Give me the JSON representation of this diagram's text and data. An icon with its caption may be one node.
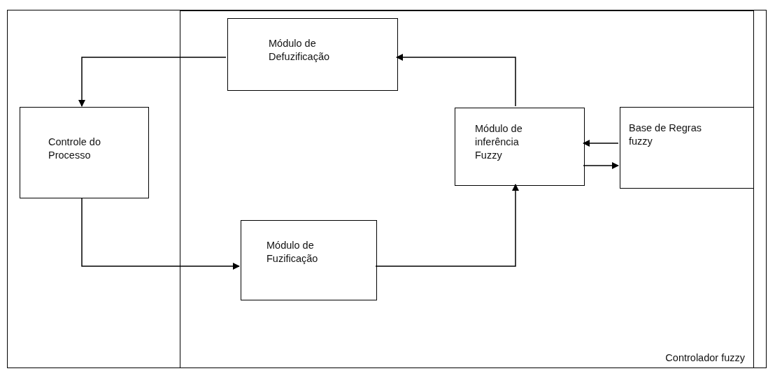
{
  "diagram": {
    "nodes": [
      {
        "text": [],
        "shape": "box"
      },
      {
        "text": [
          "Controlador fuzzy"
        ],
        "in": 0
      },
      {
        "text": [
          "Módulo de Defuzificação"
        ],
        "in": 1
      },
      {
        "text": [
          "Controle do Processo"
        ],
        "in": 0
      },
      {
        "text": [
          "Módulo de inferência Fuzzy"
        ],
        "in": 1
      },
      {
        "text": [
          "Base de Regras fuzzy"
        ],
        "in": 1
      },
      {
        "text": [
          "Módulo de Fuzificação"
        ],
        "in": 1
      }
    ],
    "edges": [
      {
        "from": 4,
        "to": 2,
        "arrow": "to"
      },
      {
        "from": 2,
        "to": 3,
        "arrow": "to"
      },
      {
        "from": 5,
        "to": 4,
        "arrow": "to"
      },
      {
        "from": 4,
        "to": 5,
        "arrow": "to"
      },
      {
        "from": 3,
        "to": 6,
        "arrow": "to"
      },
      {
        "from": 6,
        "to": 4,
        "arrow": "to"
      }
    ]
  }
}
